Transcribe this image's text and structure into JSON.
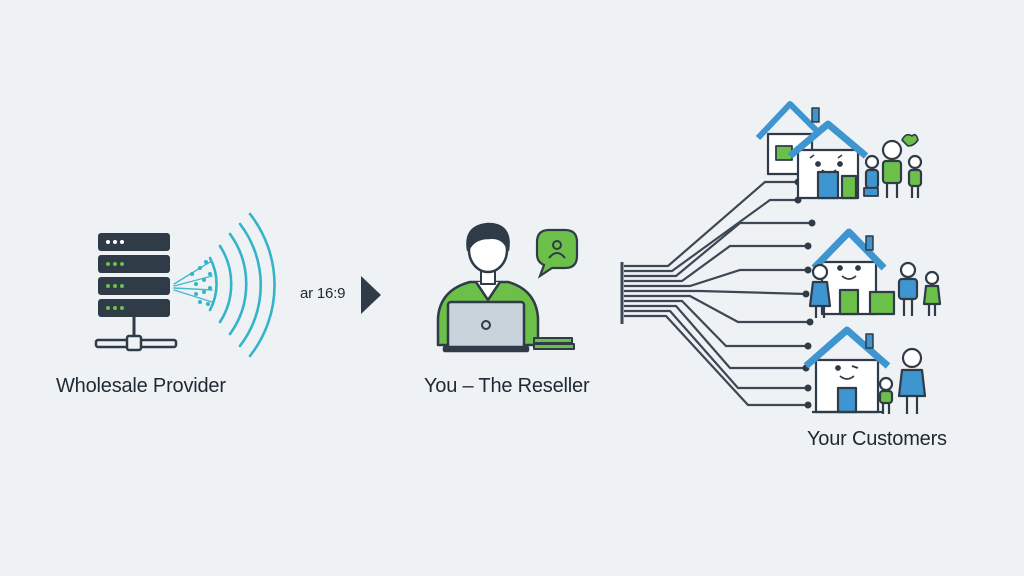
{
  "labels": {
    "provider": "Wholesale Provider",
    "reseller": "You – The Reseller",
    "customers": "Your Customers",
    "aspect_note": "ar 16:9"
  },
  "colors": {
    "background": "#eff2f5",
    "outline": "#2f3b47",
    "blue": "#3f95d0",
    "green": "#6cc04a",
    "wave": "#34b3c9"
  },
  "icons": {
    "provider": "server-icon",
    "reseller": "person-laptop-icon",
    "chat": "chat-bubble-icon",
    "customers": "house-family-icon"
  }
}
